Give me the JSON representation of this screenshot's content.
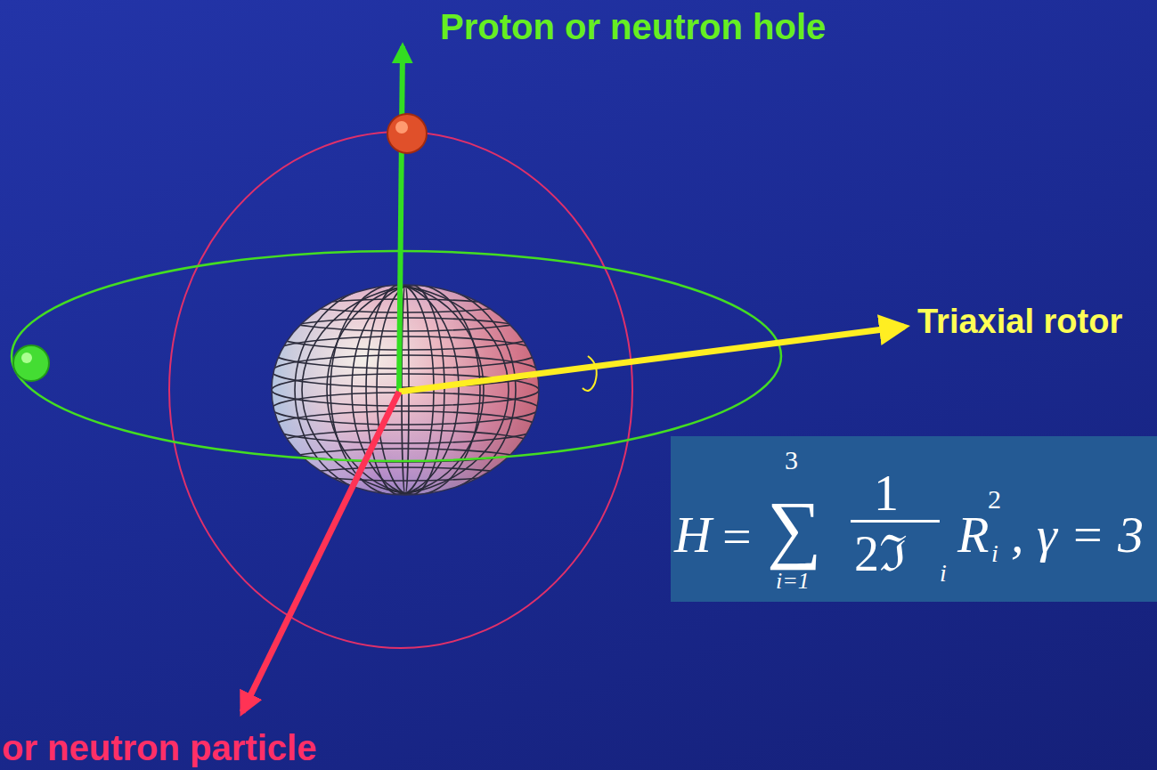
{
  "diagram": {
    "nodes": [
      {
        "text": [
          "H",
          "=",
          "∑",
          "3",
          "i=1",
          "1",
          "2ℑ",
          "i",
          "R",
          "2",
          "i",
          ", γ = 3"
        ]
      }
    ],
    "labels": [
      "Proton or neutron hole",
      "Triaxial rotor",
      "or neutron particle"
    ]
  }
}
